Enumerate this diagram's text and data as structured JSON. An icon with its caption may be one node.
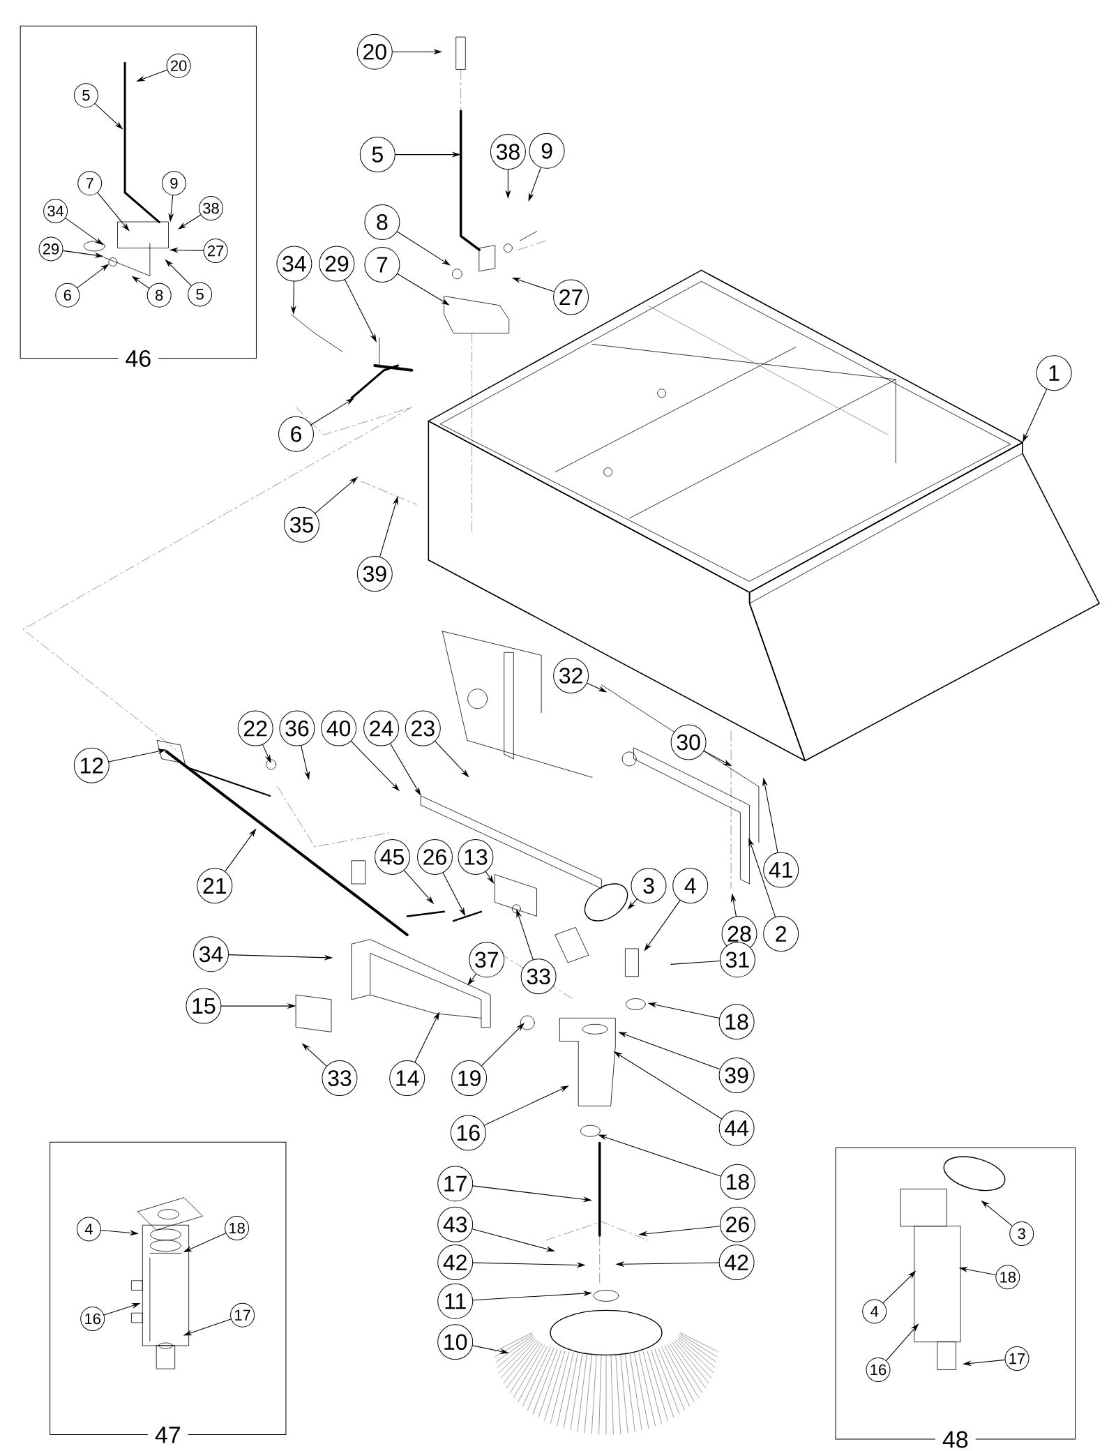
{
  "diagram": {
    "nodes": [
      {
        "text": [
          "46"
        ]
      },
      {
        "text": [
          "20"
        ],
        "in": 0
      },
      {
        "text": [
          "5"
        ],
        "in": 0
      },
      {
        "text": [
          "7"
        ],
        "in": 0
      },
      {
        "text": [
          "9"
        ],
        "in": 0
      },
      {
        "text": [
          "34"
        ],
        "in": 0
      },
      {
        "text": [
          "38"
        ],
        "in": 0
      },
      {
        "text": [
          "29"
        ],
        "in": 0
      },
      {
        "text": [
          "27"
        ],
        "in": 0
      },
      {
        "text": [
          "6"
        ],
        "in": 0
      },
      {
        "text": [
          "8"
        ],
        "in": 0
      },
      {
        "text": [
          "5"
        ],
        "in": 0
      },
      {
        "text": [
          "20"
        ]
      },
      {
        "text": [
          "5"
        ]
      },
      {
        "text": [
          "38"
        ]
      },
      {
        "text": [
          "9"
        ]
      },
      {
        "text": [
          "8"
        ]
      },
      {
        "text": [
          "7"
        ]
      },
      {
        "text": [
          "34"
        ]
      },
      {
        "text": [
          "29"
        ]
      },
      {
        "text": [
          "27"
        ]
      },
      {
        "text": [
          "1"
        ]
      },
      {
        "text": [
          "6"
        ]
      },
      {
        "text": [
          "35"
        ]
      },
      {
        "text": [
          "39"
        ]
      },
      {
        "text": [
          "32"
        ]
      },
      {
        "text": [
          "22"
        ]
      },
      {
        "text": [
          "36"
        ]
      },
      {
        "text": [
          "40"
        ]
      },
      {
        "text": [
          "24"
        ]
      },
      {
        "text": [
          "23"
        ]
      },
      {
        "text": [
          "30"
        ]
      },
      {
        "text": [
          "12"
        ]
      },
      {
        "text": [
          "41"
        ]
      },
      {
        "text": [
          "21"
        ]
      },
      {
        "text": [
          "45"
        ]
      },
      {
        "text": [
          "26"
        ]
      },
      {
        "text": [
          "13"
        ]
      },
      {
        "text": [
          "3"
        ]
      },
      {
        "text": [
          "4"
        ]
      },
      {
        "text": [
          "28"
        ]
      },
      {
        "text": [
          "2"
        ]
      },
      {
        "text": [
          "34"
        ]
      },
      {
        "text": [
          "37"
        ]
      },
      {
        "text": [
          "31"
        ]
      },
      {
        "text": [
          "33"
        ]
      },
      {
        "text": [
          "15"
        ]
      },
      {
        "text": [
          "18"
        ]
      },
      {
        "text": [
          "33"
        ]
      },
      {
        "text": [
          "14"
        ]
      },
      {
        "text": [
          "19"
        ]
      },
      {
        "text": [
          "39"
        ]
      },
      {
        "text": [
          "16"
        ]
      },
      {
        "text": [
          "44"
        ]
      },
      {
        "text": [
          "18"
        ]
      },
      {
        "text": [
          "17"
        ]
      },
      {
        "text": [
          "43"
        ]
      },
      {
        "text": [
          "26"
        ]
      },
      {
        "text": [
          "42"
        ]
      },
      {
        "text": [
          "42"
        ]
      },
      {
        "text": [
          "11"
        ]
      },
      {
        "text": [
          "10"
        ]
      },
      {
        "text": [
          "47"
        ]
      },
      {
        "text": [
          "4"
        ],
        "in": 62
      },
      {
        "text": [
          "18"
        ],
        "in": 62
      },
      {
        "text": [
          "16"
        ],
        "in": 62
      },
      {
        "text": [
          "17"
        ],
        "in": 62
      },
      {
        "text": [
          "48"
        ]
      },
      {
        "text": [
          "3"
        ],
        "in": 67
      },
      {
        "text": [
          "4"
        ],
        "in": 67
      },
      {
        "text": [
          "18"
        ],
        "in": 67
      },
      {
        "text": [
          "16"
        ],
        "in": 67
      },
      {
        "text": [
          "17"
        ],
        "in": 67
      },
      {
        "text": [],
        "shape": "picture",
        "in": 0
      },
      {
        "text": [],
        "shape": "picture",
        "in": 62
      },
      {
        "text": [],
        "shape": "picture",
        "in": 67
      }
    ],
    "edges": [
      {
        "from": 1,
        "to": 73,
        "arrow": "to"
      },
      {
        "from": 2,
        "to": 73,
        "arrow": "to"
      },
      {
        "from": 3,
        "to": 73,
        "arrow": "to"
      },
      {
        "from": 4,
        "to": 73,
        "arrow": "to"
      },
      {
        "from": 5,
        "to": 73,
        "arrow": "to"
      },
      {
        "from": 6,
        "to": 73,
        "arrow": "to"
      },
      {
        "from": 7,
        "to": 73,
        "arrow": "to"
      },
      {
        "from": 8,
        "to": 73,
        "arrow": "to"
      },
      {
        "from": 9,
        "to": 73,
        "arrow": "to"
      },
      {
        "from": 10,
        "to": 73,
        "arrow": "to"
      },
      {
        "from": 11,
        "to": 73,
        "arrow": "to"
      },
      {
        "from": 12,
        "to": null,
        "arrow": "to"
      },
      {
        "from": 13,
        "to": null,
        "arrow": "to"
      },
      {
        "from": 14,
        "to": null,
        "arrow": "to"
      },
      {
        "from": 15,
        "to": null,
        "arrow": "to"
      },
      {
        "from": 16,
        "to": null,
        "arrow": "to"
      },
      {
        "from": 17,
        "to": null,
        "arrow": "to"
      },
      {
        "from": 18,
        "to": null,
        "arrow": "to"
      },
      {
        "from": 19,
        "to": null,
        "arrow": "to"
      },
      {
        "from": 20,
        "to": null,
        "arrow": "to"
      },
      {
        "from": 21,
        "to": null,
        "arrow": "to"
      },
      {
        "from": 22,
        "to": null,
        "arrow": "to"
      },
      {
        "from": 23,
        "to": null,
        "arrow": "to"
      },
      {
        "from": 24,
        "to": null,
        "arrow": "to"
      },
      {
        "from": 25,
        "to": null,
        "arrow": "to"
      },
      {
        "from": 26,
        "to": null,
        "arrow": "to"
      },
      {
        "from": 27,
        "to": null,
        "arrow": "to"
      },
      {
        "from": 28,
        "to": null,
        "arrow": "to"
      },
      {
        "from": 29,
        "to": null,
        "arrow": "to"
      },
      {
        "from": 30,
        "to": null,
        "arrow": "to"
      },
      {
        "from": 31,
        "to": null,
        "arrow": "to"
      },
      {
        "from": 32,
        "to": null,
        "arrow": "to"
      },
      {
        "from": 33,
        "to": null,
        "arrow": "to"
      },
      {
        "from": 34,
        "to": null,
        "arrow": "to"
      },
      {
        "from": 35,
        "to": null,
        "arrow": "to"
      },
      {
        "from": 36,
        "to": null,
        "arrow": "to"
      },
      {
        "from": 37,
        "to": null,
        "arrow": "to"
      },
      {
        "from": 38,
        "to": null,
        "arrow": "to"
      },
      {
        "from": 39,
        "to": null,
        "arrow": "to"
      },
      {
        "from": 40,
        "to": null,
        "arrow": "to"
      },
      {
        "from": 41,
        "to": null,
        "arrow": "to"
      },
      {
        "from": 42,
        "to": null,
        "arrow": "to"
      },
      {
        "from": 43,
        "to": null,
        "arrow": "to"
      },
      {
        "from": 44,
        "to": null,
        "arrow": "none"
      },
      {
        "from": 45,
        "to": null,
        "arrow": "to"
      },
      {
        "from": 46,
        "to": null,
        "arrow": "to"
      },
      {
        "from": 47,
        "to": null,
        "arrow": "to"
      },
      {
        "from": 48,
        "to": null,
        "arrow": "to"
      },
      {
        "from": 49,
        "to": null,
        "arrow": "to"
      },
      {
        "from": 50,
        "to": null,
        "arrow": "to"
      },
      {
        "from": 51,
        "to": null,
        "arrow": "to"
      },
      {
        "from": 52,
        "to": null,
        "arrow": "to"
      },
      {
        "from": 53,
        "to": null,
        "arrow": "to"
      },
      {
        "from": 54,
        "to": null,
        "arrow": "to"
      },
      {
        "from": 55,
        "to": null,
        "arrow": "to"
      },
      {
        "from": 56,
        "to": null,
        "arrow": "to"
      },
      {
        "from": 57,
        "to": null,
        "arrow": "to"
      },
      {
        "from": 58,
        "to": null,
        "arrow": "to"
      },
      {
        "from": 59,
        "to": null,
        "arrow": "to"
      },
      {
        "from": 60,
        "to": null,
        "arrow": "to"
      },
      {
        "from": 61,
        "to": null,
        "arrow": "to"
      },
      {
        "from": 63,
        "to": 74,
        "arrow": "to"
      },
      {
        "from": 64,
        "to": 74,
        "arrow": "to"
      },
      {
        "from": 65,
        "to": 74,
        "arrow": "to"
      },
      {
        "from": 66,
        "to": 74,
        "arrow": "to"
      },
      {
        "from": 68,
        "to": 75,
        "arrow": "to"
      },
      {
        "from": 69,
        "to": 75,
        "arrow": "to"
      },
      {
        "from": 70,
        "to": 75,
        "arrow": "to"
      },
      {
        "from": 71,
        "to": 75,
        "arrow": "to"
      },
      {
        "from": 72,
        "to": 75,
        "arrow": "to"
      }
    ]
  }
}
